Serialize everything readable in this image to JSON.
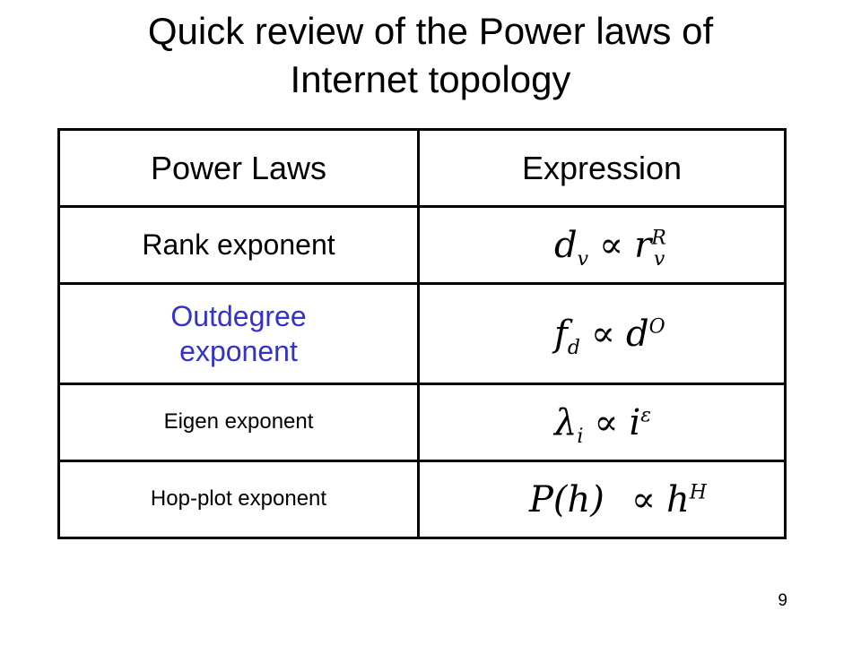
{
  "slide": {
    "title_line1": "Quick review of the Power laws of",
    "title_line2": "Internet topology",
    "page_number": "9",
    "accent_color": "#3333cc"
  },
  "table": {
    "headers": [
      "Power Laws",
      "Expression"
    ],
    "rows": [
      {
        "name": "Rank exponent",
        "lhs": "d",
        "lhs_sub": "v",
        "op": "∝",
        "rhs": "r",
        "rhs_sub": "v",
        "rhs_sup": "R"
      },
      {
        "name_line1": "Outdegree",
        "name_line2": "exponent",
        "lhs": "f",
        "lhs_sub": "d",
        "op": "∝",
        "rhs": "d",
        "rhs_sup": "O"
      },
      {
        "name": "Eigen exponent",
        "lhs": "λ",
        "lhs_sub": "i",
        "op": "∝",
        "rhs": "i",
        "rhs_sup": "ε"
      },
      {
        "name": "Hop-plot exponent",
        "lhs": "P(h)",
        "op": "∝",
        "rhs": "h",
        "rhs_sup": "H"
      }
    ]
  }
}
